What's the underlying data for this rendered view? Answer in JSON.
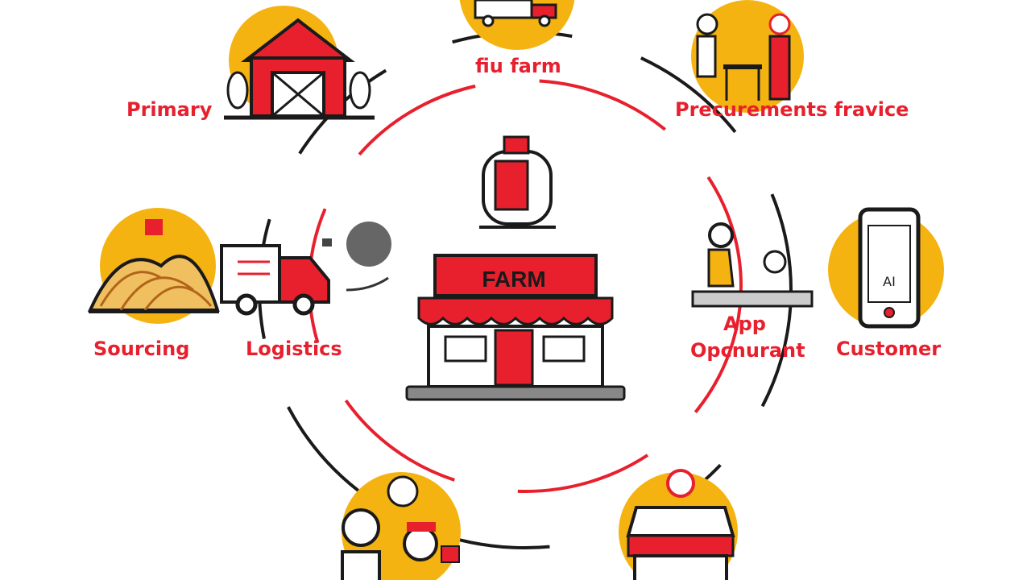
{
  "colors": {
    "accent_red": "#e8202e",
    "yellow": "#f5b312",
    "outline": "#1a1a1a",
    "gray": "#8a8a8a"
  },
  "center": {
    "sign": "FARM"
  },
  "labels": {
    "top": "fiu farm",
    "top_left": "Primary",
    "top_right": "Precurements fravice",
    "left": "Sourcing",
    "left_inner": "Logistics",
    "right_inner_line1": "App",
    "right_inner_line2": "Opcnurant",
    "right": "Customer"
  },
  "phone": {
    "screen_text": "AI"
  },
  "icons": [
    "delivery-truck-icon",
    "barn-icon",
    "vendors-icon",
    "hay-field-icon",
    "truck-icon",
    "pin-icon",
    "cart-icon",
    "storefront-icon",
    "operator-icon",
    "smartphone-icon",
    "people-chat-icon",
    "market-stall-icon"
  ]
}
